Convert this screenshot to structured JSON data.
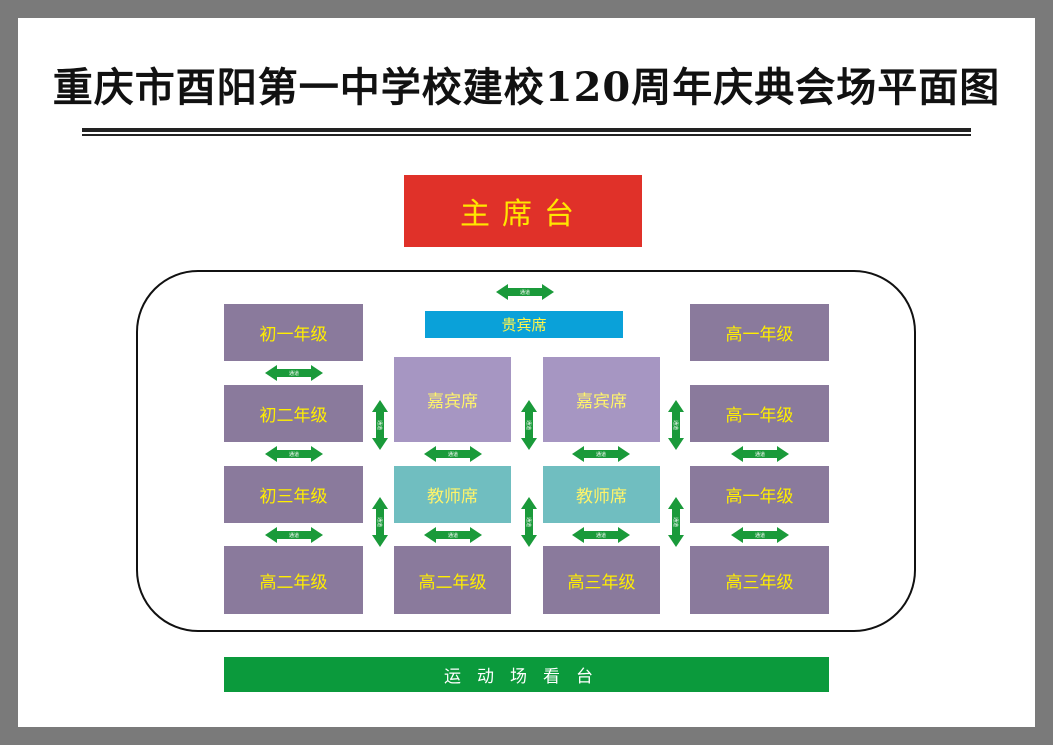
{
  "title": "重庆市酉阳第一中学校建校120周年庆典会场平面图",
  "presidium": "主席台",
  "vip": "贵宾席",
  "stand": "运动场看台",
  "colors": {
    "presidium": "#e03129",
    "vip": "#0aa1d9",
    "grade_block": "#8a7a9c",
    "guest_block": "#a696c2",
    "teacher_block": "#70bec0",
    "stand": "#0b9a3c",
    "arrow": "#1a9a3a"
  },
  "blocks": {
    "left": [
      "初一年级",
      "初二年级",
      "初三年级",
      "高二年级"
    ],
    "right": [
      "高一年级",
      "高一年级",
      "高一年级",
      "高三年级"
    ],
    "guest": [
      "嘉宾席",
      "嘉宾席"
    ],
    "teacher": [
      "教师席",
      "教师席"
    ],
    "bottom_center": [
      "高二年级",
      "高三年级"
    ]
  },
  "passage_label": "通道",
  "passage_icon": "double-arrow-icon"
}
